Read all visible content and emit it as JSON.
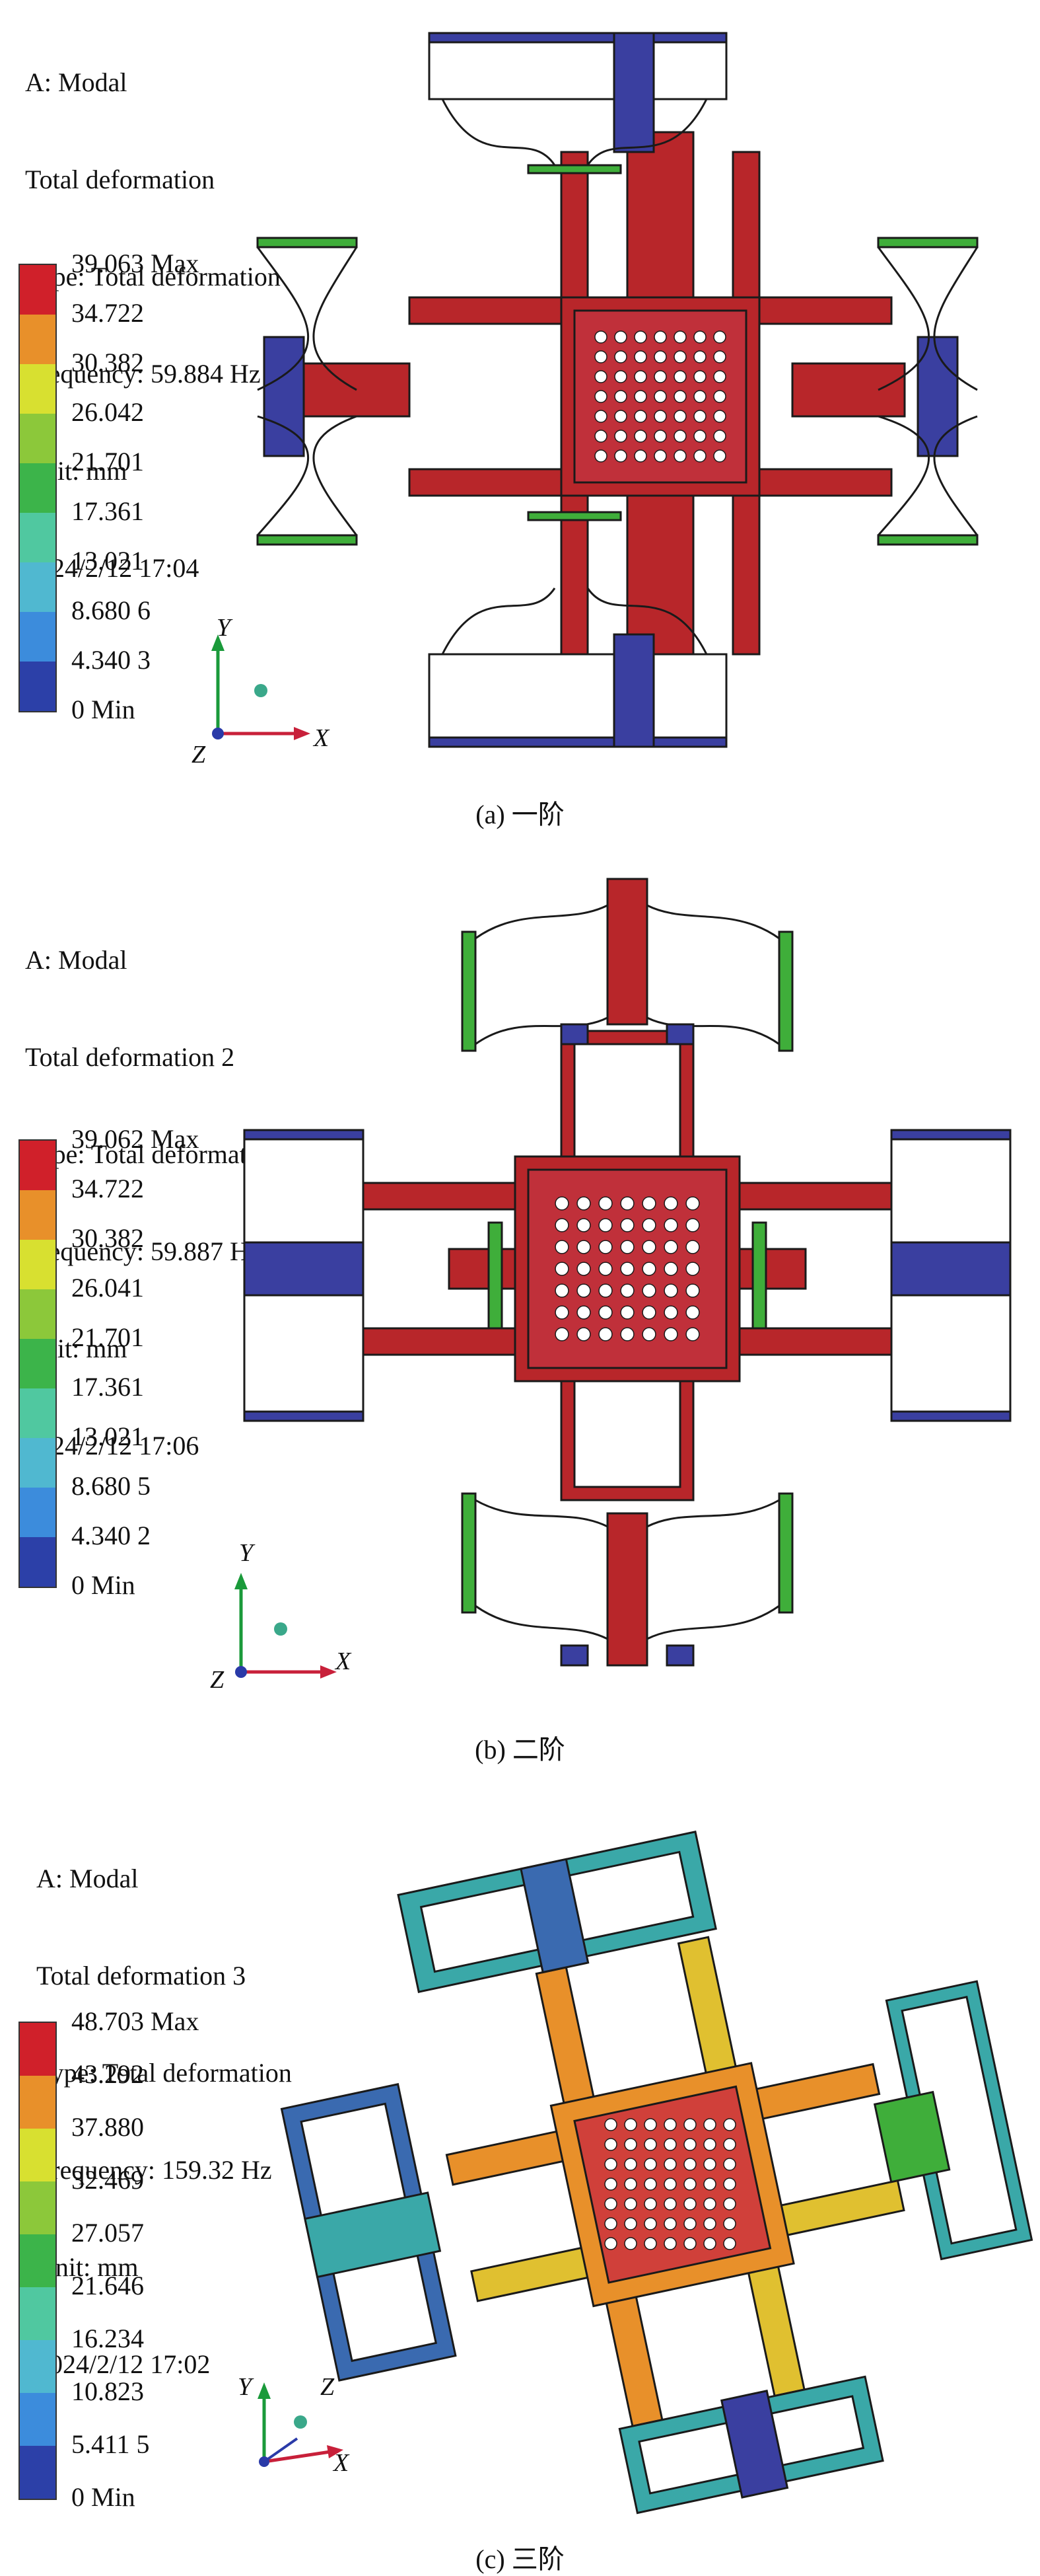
{
  "panels": [
    {
      "id": "a",
      "info": [
        "A: Modal",
        "Total deformation",
        "Type: Total deformation",
        "Frequency: 59.884 Hz",
        "Unit: mm",
        "2024/2/12 17:04"
      ],
      "legend": [
        "39.063 Max",
        "34.722",
        "30.382",
        "26.042",
        "21.701",
        "17.361",
        "13.021",
        "8.680 6",
        "4.340 3",
        "0 Min"
      ],
      "axes": {
        "y": "Y",
        "x": "X",
        "z": "Z"
      },
      "caption": "(a) 一阶"
    },
    {
      "id": "b",
      "info": [
        "A: Modal",
        "Total deformation 2",
        "Type: Total deformation",
        "Frequency: 59.887 Hz",
        "Unit: mm",
        "2024/2/12 17:06"
      ],
      "legend": [
        "39.062 Max",
        "34.722",
        "30.382",
        "26.041",
        "21.701",
        "17.361",
        "13.021",
        "8.680 5",
        "4.340 2",
        "0 Min"
      ],
      "axes": {
        "y": "Y",
        "x": "X",
        "z": "Z"
      },
      "caption": "(b) 二阶"
    },
    {
      "id": "c",
      "info": [
        "A: Modal",
        "Total deformation 3",
        "Type: Total deformation",
        "Frequency: 159.32 Hz",
        "Unit: mm",
        "2024/2/12 17:02"
      ],
      "legend": [
        "48.703 Max",
        "43.292",
        "37.880",
        "32.469",
        "27.057",
        "21.646",
        "16.234",
        "10.823",
        "5.411 5",
        "0 Min"
      ],
      "axes": {
        "y": "Y",
        "x": "X",
        "z": "Z"
      },
      "caption": "(c) 三阶"
    }
  ],
  "legend_colors": [
    "#d0202a",
    "#e8902a",
    "#d8e030",
    "#8cc83a",
    "#3cb44a",
    "#50c8a0",
    "#50b8d0",
    "#3c8cdc",
    "#2c40a8"
  ],
  "model_colors": {
    "red": "#b8262a",
    "blue": "#3a3fa0",
    "green": "#3fae3a",
    "orange": "#e8902a",
    "teal": "#3aa8a8",
    "yellow": "#d8c830",
    "dark": "#1a1a1a"
  }
}
